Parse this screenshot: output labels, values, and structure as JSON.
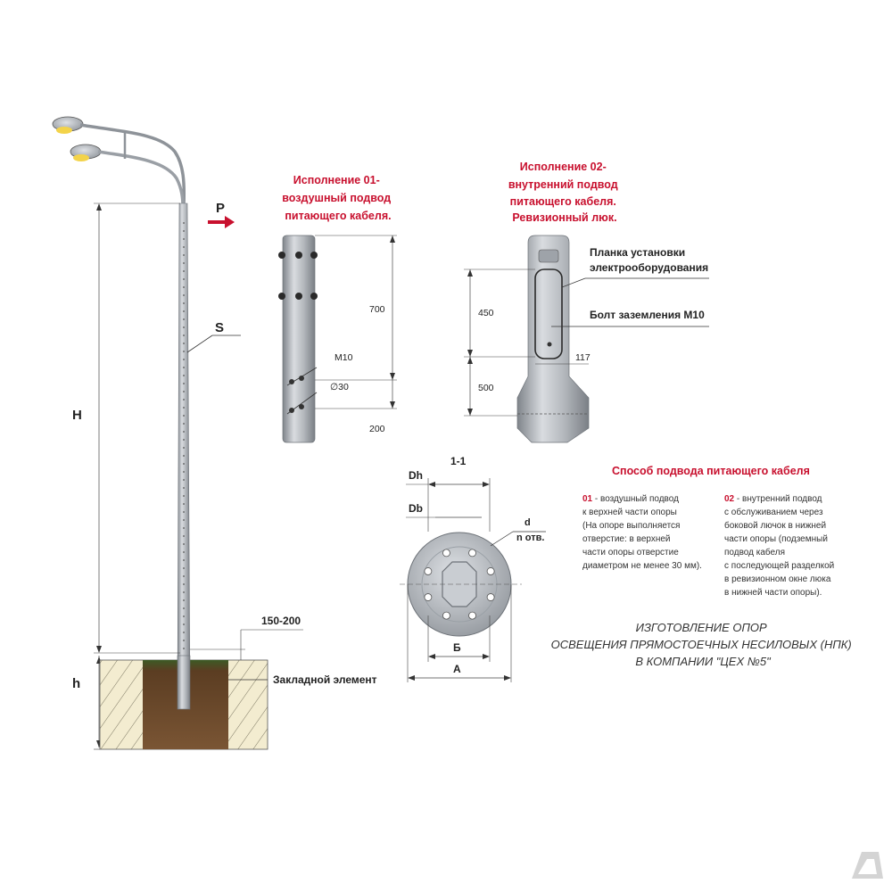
{
  "colors": {
    "accent_red": "#c8102e",
    "text_dark": "#333333",
    "metal": "#b8bcc2",
    "metal_dark": "#8e9399",
    "soil": "#6b4a2e",
    "concrete": "#efe6c6",
    "lamp_glow": "#f3d34a"
  },
  "pole": {
    "label_H": "H",
    "label_h": "h",
    "label_S": "S",
    "label_P": "P",
    "dim_150_200": "150-200",
    "embedded_label": "Закладной элемент"
  },
  "variant01": {
    "title_lines": [
      "Исполнение 01-",
      "воздушный подвод",
      "питающего кабеля."
    ],
    "dim_700": "700",
    "dim_200": "200",
    "label_m10": "M10",
    "label_d30": "∅30"
  },
  "variant02": {
    "title_lines": [
      "Исполнение 02-",
      "внутренний подвод",
      "питающего кабеля.",
      "Ревизионный люк."
    ],
    "dim_450": "450",
    "dim_500": "500",
    "dim_117": "117",
    "callout_plate_lines": [
      "Планка установки",
      "электрооборудования"
    ],
    "callout_bolt": "Болт заземления М10"
  },
  "flange": {
    "section_label": "1-1",
    "label_Dh": "Dh",
    "label_Db": "Db",
    "label_d": "d",
    "label_n": "n отв.",
    "label_B": "Б",
    "label_A": "А"
  },
  "cable_feed": {
    "title": "Способ подвода питающего кабеля",
    "opt01_num": "01",
    "opt01_lines": [
      " - воздушный подвод",
      "к верхней части опоры",
      "(На опоре выполняется",
      "отверстие: в верхней",
      "части опоры отверстие",
      "диаметром не менее 30 мм)."
    ],
    "opt02_num": "02",
    "opt02_lines": [
      " - внутренний подвод",
      "с обслуживанием через",
      "боковой лючок в нижней",
      "части опоры (подземный",
      "подвод кабеля",
      "с последующей разделкой",
      "в ревизионном окне люка",
      "в нижней части опоры)."
    ]
  },
  "footer": {
    "lines": [
      "ИЗГОТОВЛЕНИЕ ОПОР",
      "ОСВЕЩЕНИЯ ПРЯМОСТОЕЧНЫХ НЕСИЛОВЫХ (НПК)",
      "В КОМПАНИИ \"ЦЕХ №5\""
    ]
  }
}
